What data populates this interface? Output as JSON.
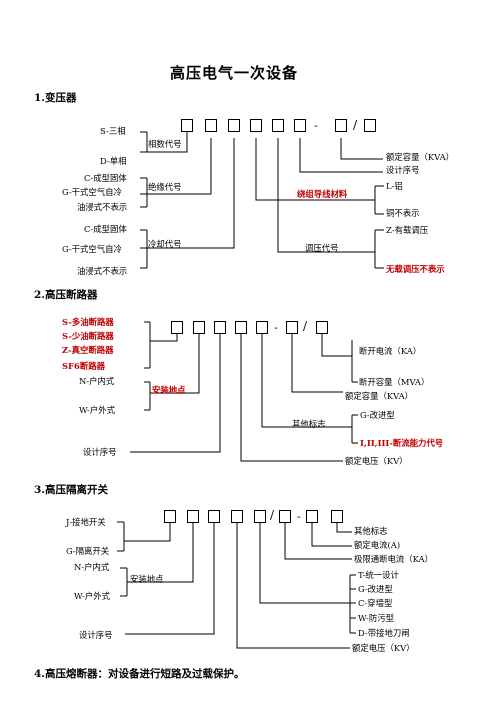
{
  "title": "高压电气一次设备",
  "sec1": {
    "heading": "1.变压器",
    "sep_dash": "-",
    "sep_slash": "/",
    "left_items": [
      "S-三相",
      "D-单相",
      "C-成型固体",
      "G-干式空气自冷",
      "油浸式不表示",
      "C-成型固体",
      "G-干式空气自冷",
      "油浸式不表示"
    ],
    "groups": [
      "相数代号",
      "绝缘代号",
      "冷却代号"
    ],
    "winding": "绕组导线材料",
    "winding_items": [
      "L-铝",
      "铜不表示"
    ],
    "voltage_reg": "调压代号",
    "voltage_reg_items": [
      "Z-有载调压",
      "无载调压不表示"
    ],
    "right_items": [
      "额定容量（KVA）",
      "设计序号"
    ]
  },
  "sec2": {
    "heading": "2.高压断路器",
    "sep_dash": "-",
    "sep_slash": "/",
    "left_items": [
      "S-多油断路器",
      "S-少油断路器",
      "Z-真空断路器",
      "SF6断路器",
      "N-户内式",
      "W-户外式",
      "设计序号"
    ],
    "install": "安装地点",
    "right_items": [
      "断开电流（KA）",
      "断开容量（MVA）",
      "额定容量（KVA）"
    ],
    "other": "其他标志",
    "other_items": [
      "G-改进型",
      "I,II,III-断流能力代号"
    ],
    "rated_voltage": "额定电压（KV）"
  },
  "sec3": {
    "heading": "3.高压隔离开关",
    "sep_slash": "/",
    "sep_dash": "-",
    "left_items": [
      "J-接地开关",
      "G-隔离开关",
      "N-户内式",
      "W-户外式",
      "设计序号"
    ],
    "install": "安装地点",
    "right_items": [
      "其他标志",
      "额定电流(A)",
      "极限通断电流（KA）",
      "T-统一设计",
      "G-改进型",
      "C-穿墙型",
      "W-防污型",
      "D-带接地刀闸",
      "额定电压（KV）"
    ]
  },
  "sec4": {
    "heading": "4.高压熔断器：对设备进行短路及过载保护。"
  }
}
